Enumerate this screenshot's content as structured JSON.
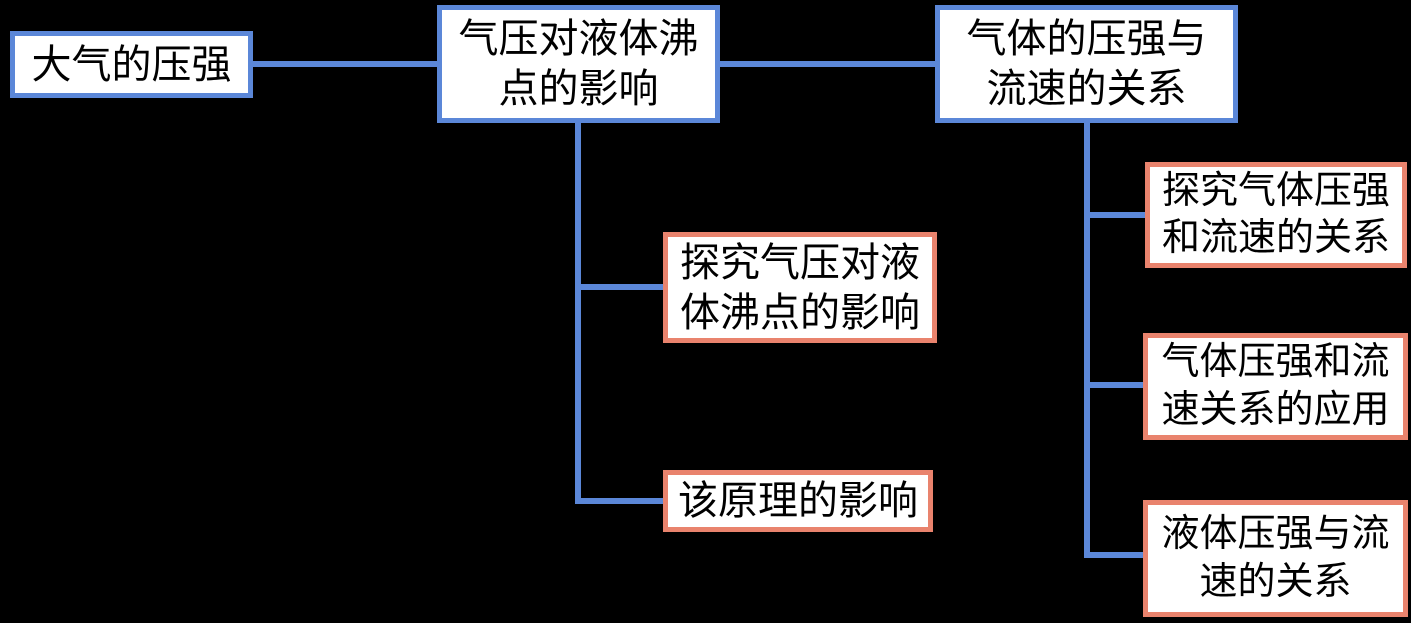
{
  "diagram": {
    "type": "concept-map",
    "colors": {
      "background": "#000000",
      "node_fill": "#FFFFFF",
      "level1_border": "#5B87D8",
      "level2_border": "#E9836D",
      "connector": "#5B87D8",
      "text": "#000000"
    },
    "nodes": {
      "root": {
        "label": "大气的压强",
        "level": 1
      },
      "l1a": {
        "label": "气压对液体沸\n点的影响",
        "level": 1
      },
      "l1b": {
        "label": "气体的压强与\n流速的关系",
        "level": 1
      },
      "l2a": {
        "label": "探究气压对液\n体沸点的影响",
        "level": 2,
        "parent": "气压对液体沸点的影响"
      },
      "l2b": {
        "label": "该原理的影响",
        "level": 2,
        "parent": "气压对液体沸点的影响"
      },
      "l2c": {
        "label": "探究气体压强\n和流速的关系",
        "level": 2,
        "parent": "气体的压强与流速的关系"
      },
      "l2d": {
        "label": "气体压强和流\n速关系的应用",
        "level": 2,
        "parent": "气体的压强与流速的关系"
      },
      "l2e": {
        "label": "液体压强与流\n速的关系",
        "level": 2,
        "parent": "气体的压强与流速的关系"
      }
    },
    "edges": [
      {
        "from": "大气的压强",
        "to": "气压对液体沸点的影响"
      },
      {
        "from": "气压对液体沸点的影响",
        "to": "气体的压强与流速的关系"
      },
      {
        "from": "气压对液体沸点的影响",
        "to": "探究气压对液体沸点的影响"
      },
      {
        "from": "气压对液体沸点的影响",
        "to": "该原理的影响"
      },
      {
        "from": "气体的压强与流速的关系",
        "to": "探究气体压强和流速的关系"
      },
      {
        "from": "气体的压强与流速的关系",
        "to": "气体压强和流速关系的应用"
      },
      {
        "from": "气体的压强与流速的关系",
        "to": "液体压强与流速的关系"
      }
    ]
  }
}
